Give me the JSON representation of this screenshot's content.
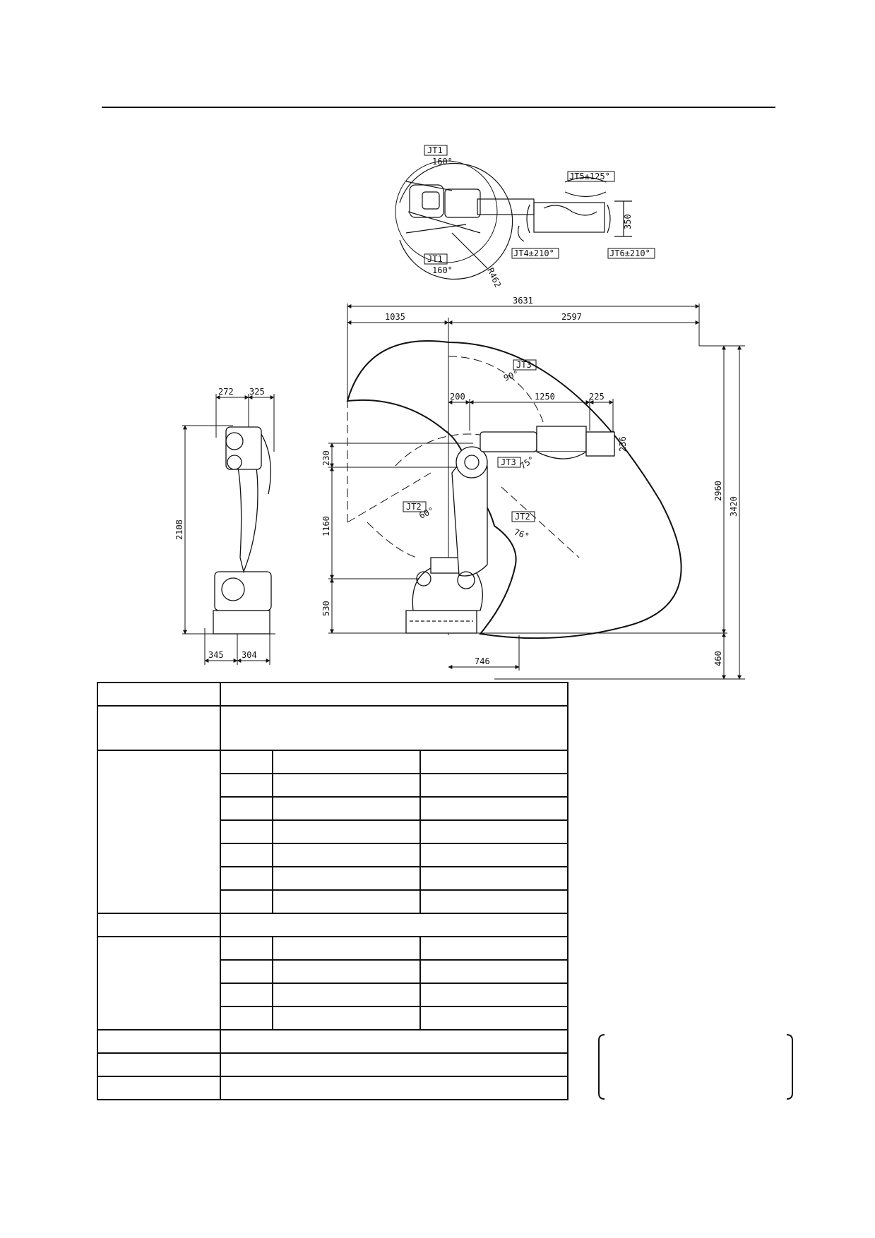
{
  "labels": {
    "jt1_top": "JT1",
    "jt1_top_angle": "160°",
    "jt1_bottom": "JT1",
    "jt1_bottom_angle": "160°",
    "jt4": "JT4±210°",
    "jt5": "JT5±125°",
    "jt6": "JT6±210°",
    "r462": "R462",
    "jt3_upper": "JT3",
    "jt3_upper_angle": "90°",
    "jt3_lower": "JT3",
    "jt3_lower_angle": "75°",
    "jt2_left": "JT2",
    "jt2_left_angle": "60°",
    "jt2_right": "JT2",
    "jt2_right_angle": "76°"
  },
  "dimensions": {
    "d3631": "3631",
    "d1035": "1035",
    "d2597": "2597",
    "d200": "200",
    "d1250": "1250",
    "d225": "225",
    "d236": "236",
    "d350": "350",
    "d230": "230",
    "d1160": "1160",
    "d530": "530",
    "d746": "746",
    "d2960": "2960",
    "d3420": "3420",
    "d460": "460",
    "d272": "272",
    "d325": "325",
    "d2108": "2108",
    "d345": "345",
    "d304": "304"
  }
}
